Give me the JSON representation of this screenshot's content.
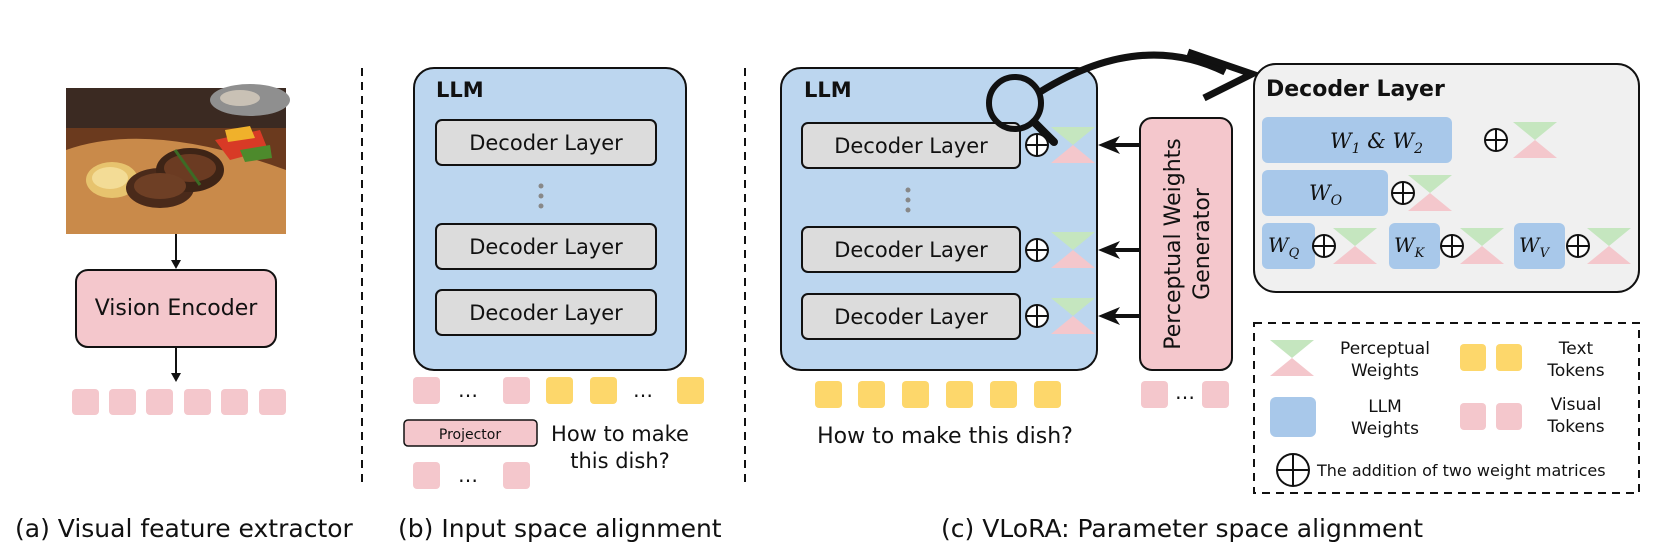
{
  "panel_a": {
    "vision_encoder": "Vision Encoder",
    "caption": "(a) Visual feature extractor"
  },
  "panel_b": {
    "llm": "LLM",
    "layer1": "Decoder Layer",
    "layer2": "Decoder Layer",
    "layer3": "Decoder Layer",
    "ellipsis": "…",
    "projector": "Projector",
    "question_line1": "How to make",
    "question_line2": "this dish?",
    "caption": "(b) Input space alignment"
  },
  "panel_c": {
    "llm": "LLM",
    "layer1": "Decoder Layer",
    "layer2": "Decoder Layer",
    "layer3": "Decoder Layer",
    "generator_line1": "Perceptual Weights",
    "generator_line2": "Generator",
    "ellipsis": "…",
    "question": "How to make this dish?",
    "caption": "(c) VLoRA: Parameter space alignment"
  },
  "decoder_detail": {
    "title": "Decoder Layer",
    "w12": "W",
    "w12_sub1": "1",
    "w12_amp": " & W",
    "w12_sub2": "2",
    "w_o": "W",
    "w_o_sub": "O",
    "w_q": "W",
    "w_q_sub": "Q",
    "w_k": "W",
    "w_k_sub": "K",
    "w_v": "W",
    "w_v_sub": "V"
  },
  "legend": {
    "perceptual_line1": "Perceptual",
    "perceptual_line2": "Weights",
    "text_line1": "Text",
    "text_line2": "Tokens",
    "llm_line1": "LLM",
    "llm_line2": "Weights",
    "visual_line1": "Visual",
    "visual_line2": "Tokens",
    "addition": "The addition of two weight matrices"
  },
  "colors": {
    "pink": "#f4c7cc",
    "blue": "#a8c8ea",
    "llm_bg": "#bcd6ef",
    "yellow": "#fdd76b",
    "green": "#c5e6bf",
    "gray_layer": "#dcdcdc",
    "panel_bg": "#f0f0f0"
  }
}
